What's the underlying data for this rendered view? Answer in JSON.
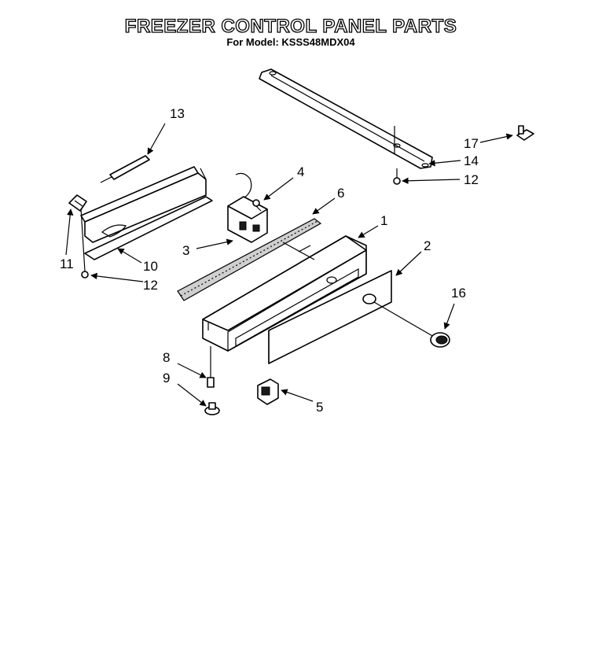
{
  "title": "FREEZER CONTROL PANEL PARTS",
  "subtitle": "For Model: KSSS48MDX04",
  "callouts": {
    "c1": "1",
    "c2": "2",
    "c3": "3",
    "c4": "4",
    "c5": "5",
    "c6": "6",
    "c8": "8",
    "c9": "9",
    "c10": "10",
    "c11": "11",
    "c12a": "12",
    "c12b": "12",
    "c13": "13",
    "c14": "14",
    "c16": "16",
    "c17": "17"
  }
}
